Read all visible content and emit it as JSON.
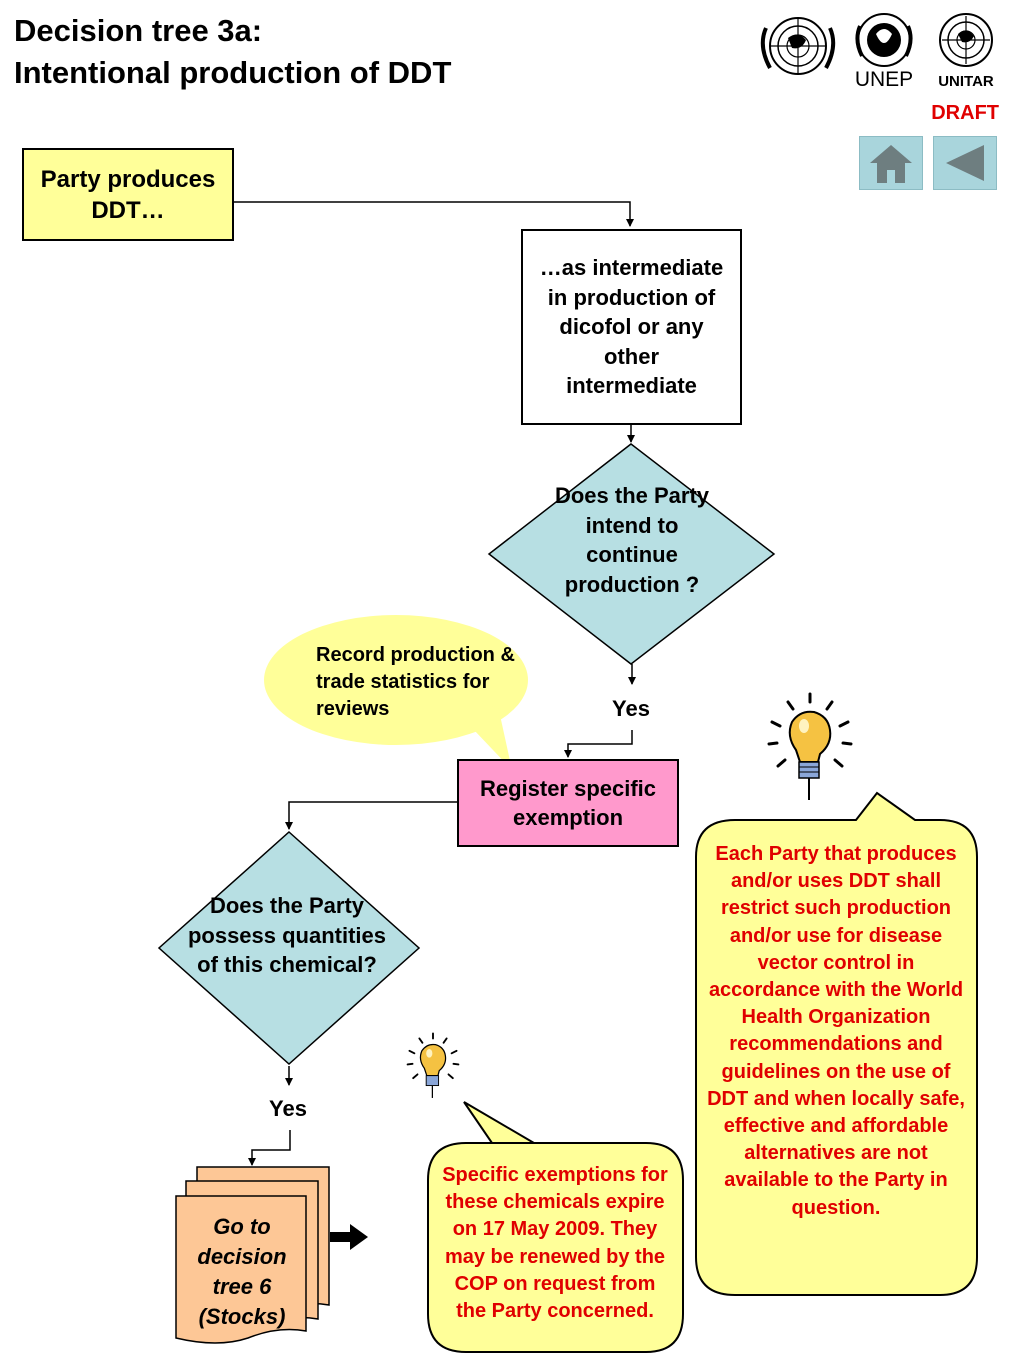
{
  "title": {
    "line1": "Decision tree 3a:",
    "line2": "Intentional production of DDT"
  },
  "logos": {
    "un_icon": "un-emblem-icon",
    "unep_label": "UNEP",
    "unitar_label": "UNITAR"
  },
  "draft": "DRAFT",
  "nav": {
    "home_icon": "home-icon",
    "back_icon": "back-triangle-icon"
  },
  "nodes": {
    "party_produces": "Party produces DDT…",
    "as_intermediate": "…as intermediate in production of dicofol or any other intermediate",
    "intend_continue": "Does the Party intend to continue production ?",
    "yes1": "Yes",
    "register": "Register specific exemption",
    "possess": "Does the Party possess quantities of this chemical?",
    "yes2": "Yes",
    "go_to": "Go to decision tree 6 (Stocks)"
  },
  "callouts": {
    "record": "Record production & trade statistics for reviews",
    "who_note": "Each Party that produces and/or uses DDT shall restrict such production and/or use for disease vector control in accordance with the World Health Organization recommendations and guidelines on the use of DDT and when locally safe, effective and affordable alternatives are not available to the Party in question.",
    "expiry_note": "Specific exemptions for these chemicals expire on 17 May 2009. They may be renewed by the COP on request from  the Party concerned."
  },
  "icons": {
    "bulb_large": "lightbulb-icon",
    "bulb_small": "lightbulb-icon"
  },
  "colors": {
    "yellow_box": "#ffff99",
    "diamond": "#b7dfe3",
    "pink": "#ff99cc",
    "doc": "#fdc796",
    "note_text": "#e00000",
    "bubble": "#ffff99"
  }
}
